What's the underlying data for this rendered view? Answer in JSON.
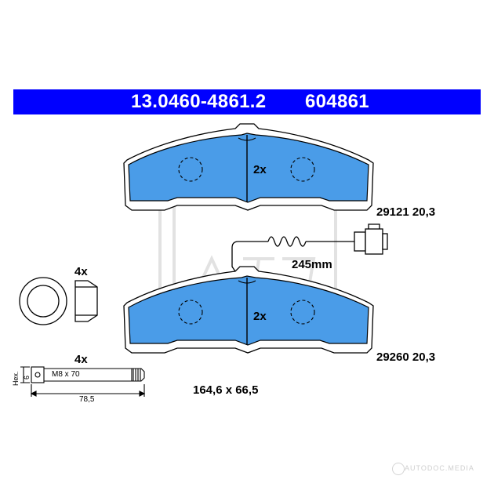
{
  "header": {
    "part_number": "13.0460-4861.2",
    "ref_number": "604861",
    "bg_color": "#0000ff",
    "text_color": "#ffffff"
  },
  "pad_color": "#4a9ce8",
  "top_pad": {
    "quantity": "2x",
    "spec": "29121 20,3"
  },
  "bottom_pad": {
    "quantity": "2x",
    "spec": "29260 20,3"
  },
  "wear_sensor": {
    "length": "245mm"
  },
  "bushing": {
    "quantity": "4x"
  },
  "bolt": {
    "quantity": "4x",
    "thread": "M8 x 70",
    "length": "78,5",
    "head_label": "Hex.",
    "head_size": "6"
  },
  "dimensions": "164,6 x 66,5",
  "watermark": {
    "text": "AUTODOC.MEDIA",
    "logo_letters": "ATE"
  }
}
